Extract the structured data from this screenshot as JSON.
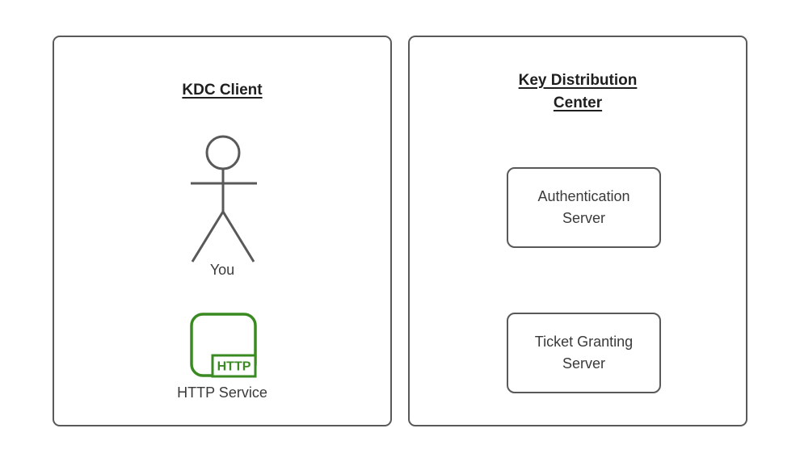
{
  "diagram": {
    "left_panel": {
      "title": "KDC Client",
      "actor_label": "You",
      "http_badge": "HTTP",
      "service_label": "HTTP Service"
    },
    "right_panel": {
      "title_line1": "Key Distribution",
      "title_line2": "Center",
      "auth_server": {
        "line1": "Authentication",
        "line2": "Server"
      },
      "ticket_server": {
        "line1": "Ticket Granting",
        "line2": "Server"
      }
    },
    "colors": {
      "background": "#ffffff",
      "border_gray": "#595959",
      "title_text": "#1f1f1f",
      "label_text": "#3a3a3a",
      "accent_green": "#3a8a22"
    }
  }
}
